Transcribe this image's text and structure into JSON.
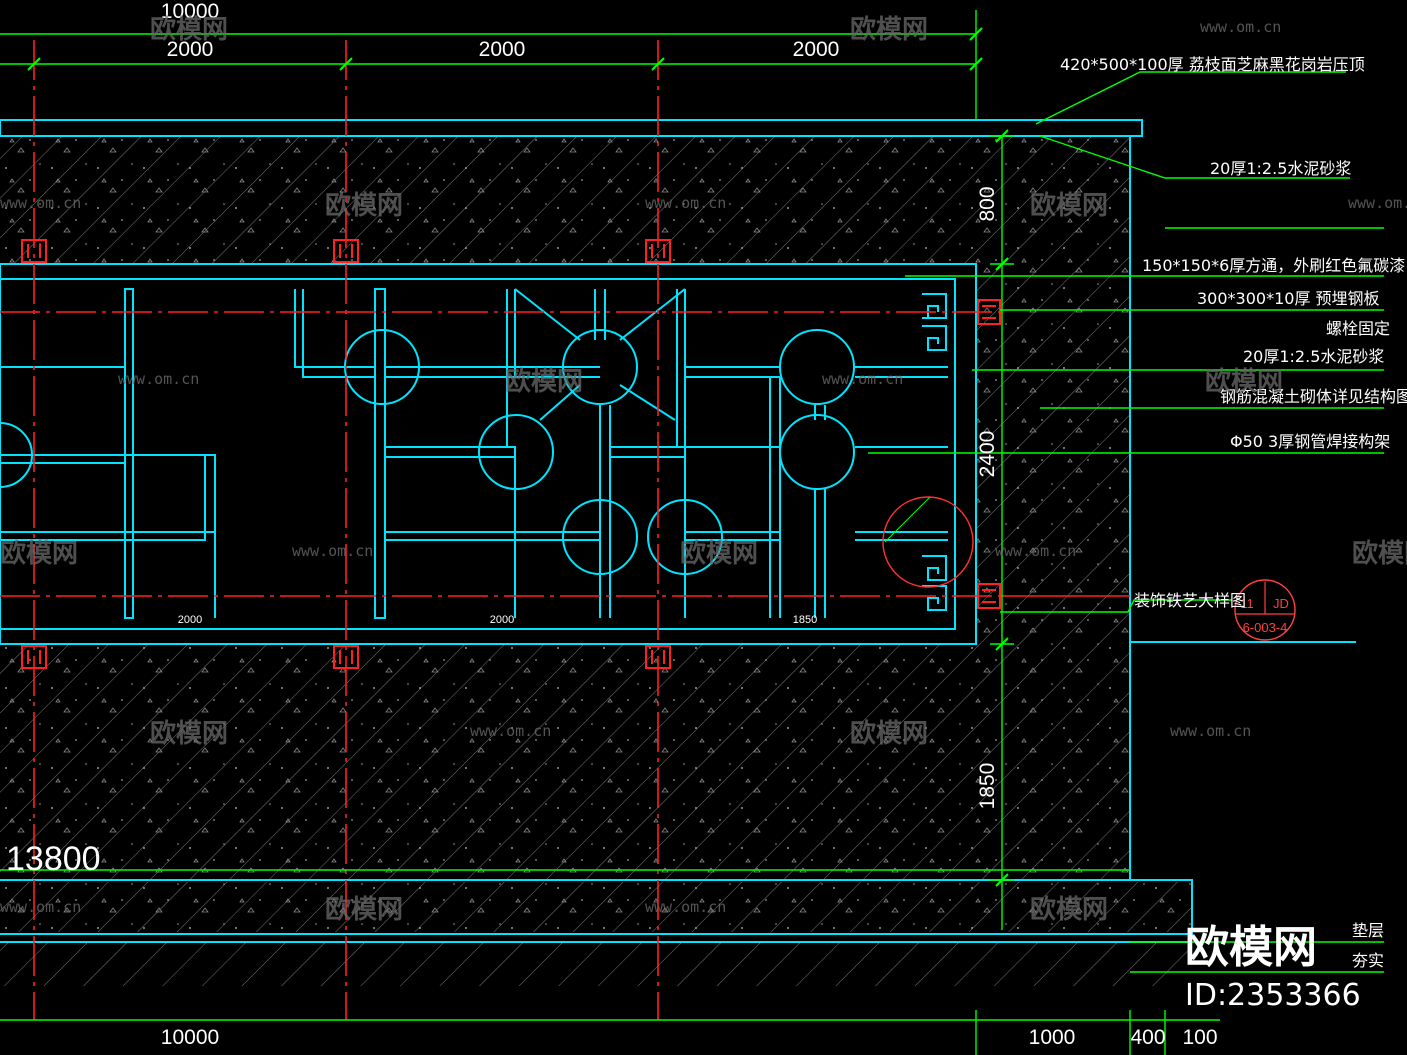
{
  "drawing": {
    "top_dimension_total": "10000",
    "top_dimension_segments": [
      "2000",
      "2000",
      "2000"
    ],
    "inner_dimension_segments": [
      "2000",
      "2000",
      "1850"
    ],
    "vertical_dimensions": [
      "800",
      "2400",
      "1850"
    ],
    "bottom_dimensions": [
      "10000",
      "1000",
      "400",
      "100"
    ],
    "elevation_label": "13800",
    "annotations": [
      "420*500*100厚 荔枝面芝麻黑花岗岩压顶",
      "20厚1:2.5水泥砂浆",
      "150*150*6厚方通，外刷红色氟碳漆",
      "300*300*10厚 预埋钢板",
      "螺栓固定",
      "20厚1:2.5水泥砂浆",
      "钢筋混凝土砌体详见结构图",
      "Φ50 3厚钢管焊接构架",
      "装饰铁艺大样图"
    ],
    "bottom_annotations": [
      "垫层",
      "夯实"
    ],
    "detail_reference": {
      "number": "11",
      "sheet": "JD",
      "drawing_no": "6-003-4"
    }
  },
  "watermarks": {
    "brand": "欧模网",
    "url": "www.om.cn"
  },
  "branding": {
    "logo_text": "欧模网",
    "id_text": "ID:2353366"
  },
  "colors": {
    "background": "#000000",
    "cyan": "#00e5ff",
    "green": "#00ff00",
    "red": "#ff2020",
    "hatch": "#6f6f6f",
    "text": "#ffffff"
  }
}
